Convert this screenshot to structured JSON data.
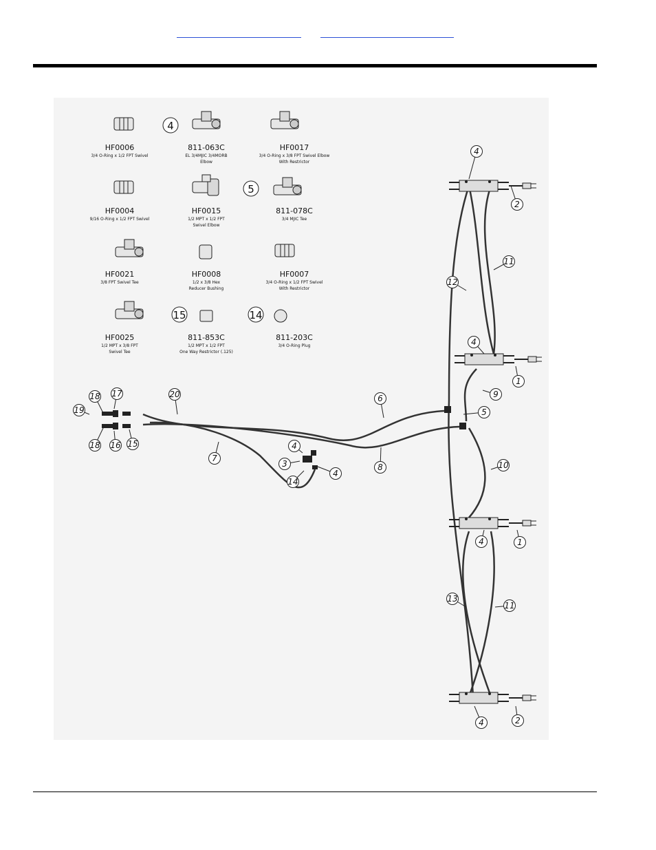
{
  "header": {
    "links": [
      "",
      ""
    ]
  },
  "legend": [
    {
      "code": "HF0006",
      "desc": [
        "3/4 O-Ring x 1/2 FPT Swivel"
      ]
    },
    {
      "code": "811-063C",
      "desc": [
        "EL 3/4MJIC 3/4MORB",
        "Elbow"
      ]
    },
    {
      "code": "HF0017",
      "desc": [
        "3/4 O-Ring x 3/8 FPT Swivel Elbow",
        "With Restrictor"
      ]
    },
    {
      "code": "HF0004",
      "desc": [
        "9/16 O-Ring x 1/2 FPT Swivel"
      ]
    },
    {
      "code": "HF0015",
      "desc": [
        "1/2 MPT x 1/2 FPT",
        "Swivel Elbow"
      ]
    },
    {
      "code": "811-078C",
      "desc": [
        "3/4 MJIC Tee"
      ]
    },
    {
      "code": "HF0021",
      "desc": [
        "3/8 FPT Swivel Tee"
      ]
    },
    {
      "code": "HF0008",
      "desc": [
        "1/2  x 3/8 Hex",
        "Reducer Bushing"
      ]
    },
    {
      "code": "HF0007",
      "desc": [
        "3/4 O-Ring x 1/2 FPT Swivel",
        "With Restrictor"
      ]
    },
    {
      "code": "HF0025",
      "desc": [
        "1/2 MPT x 3/8 FPT",
        "Swivel Tee"
      ]
    },
    {
      "code": "811-853C",
      "desc": [
        "1/2 MPT x 1/2 FPT",
        "One Way Restrictor (.125)"
      ]
    },
    {
      "code": "811-203C",
      "desc": [
        "3/4 O-Ring Plug"
      ]
    }
  ],
  "legend_callouts": [
    "4",
    "5",
    "15",
    "14"
  ],
  "callouts": [
    "4",
    "2",
    "11",
    "12",
    "4",
    "9",
    "1",
    "5",
    "6",
    "20",
    "17",
    "18",
    "19",
    "18",
    "16",
    "15",
    "7",
    "4",
    "3",
    "4",
    "14",
    "8",
    "10",
    "4",
    "1",
    "13",
    "11",
    "4",
    "2"
  ]
}
